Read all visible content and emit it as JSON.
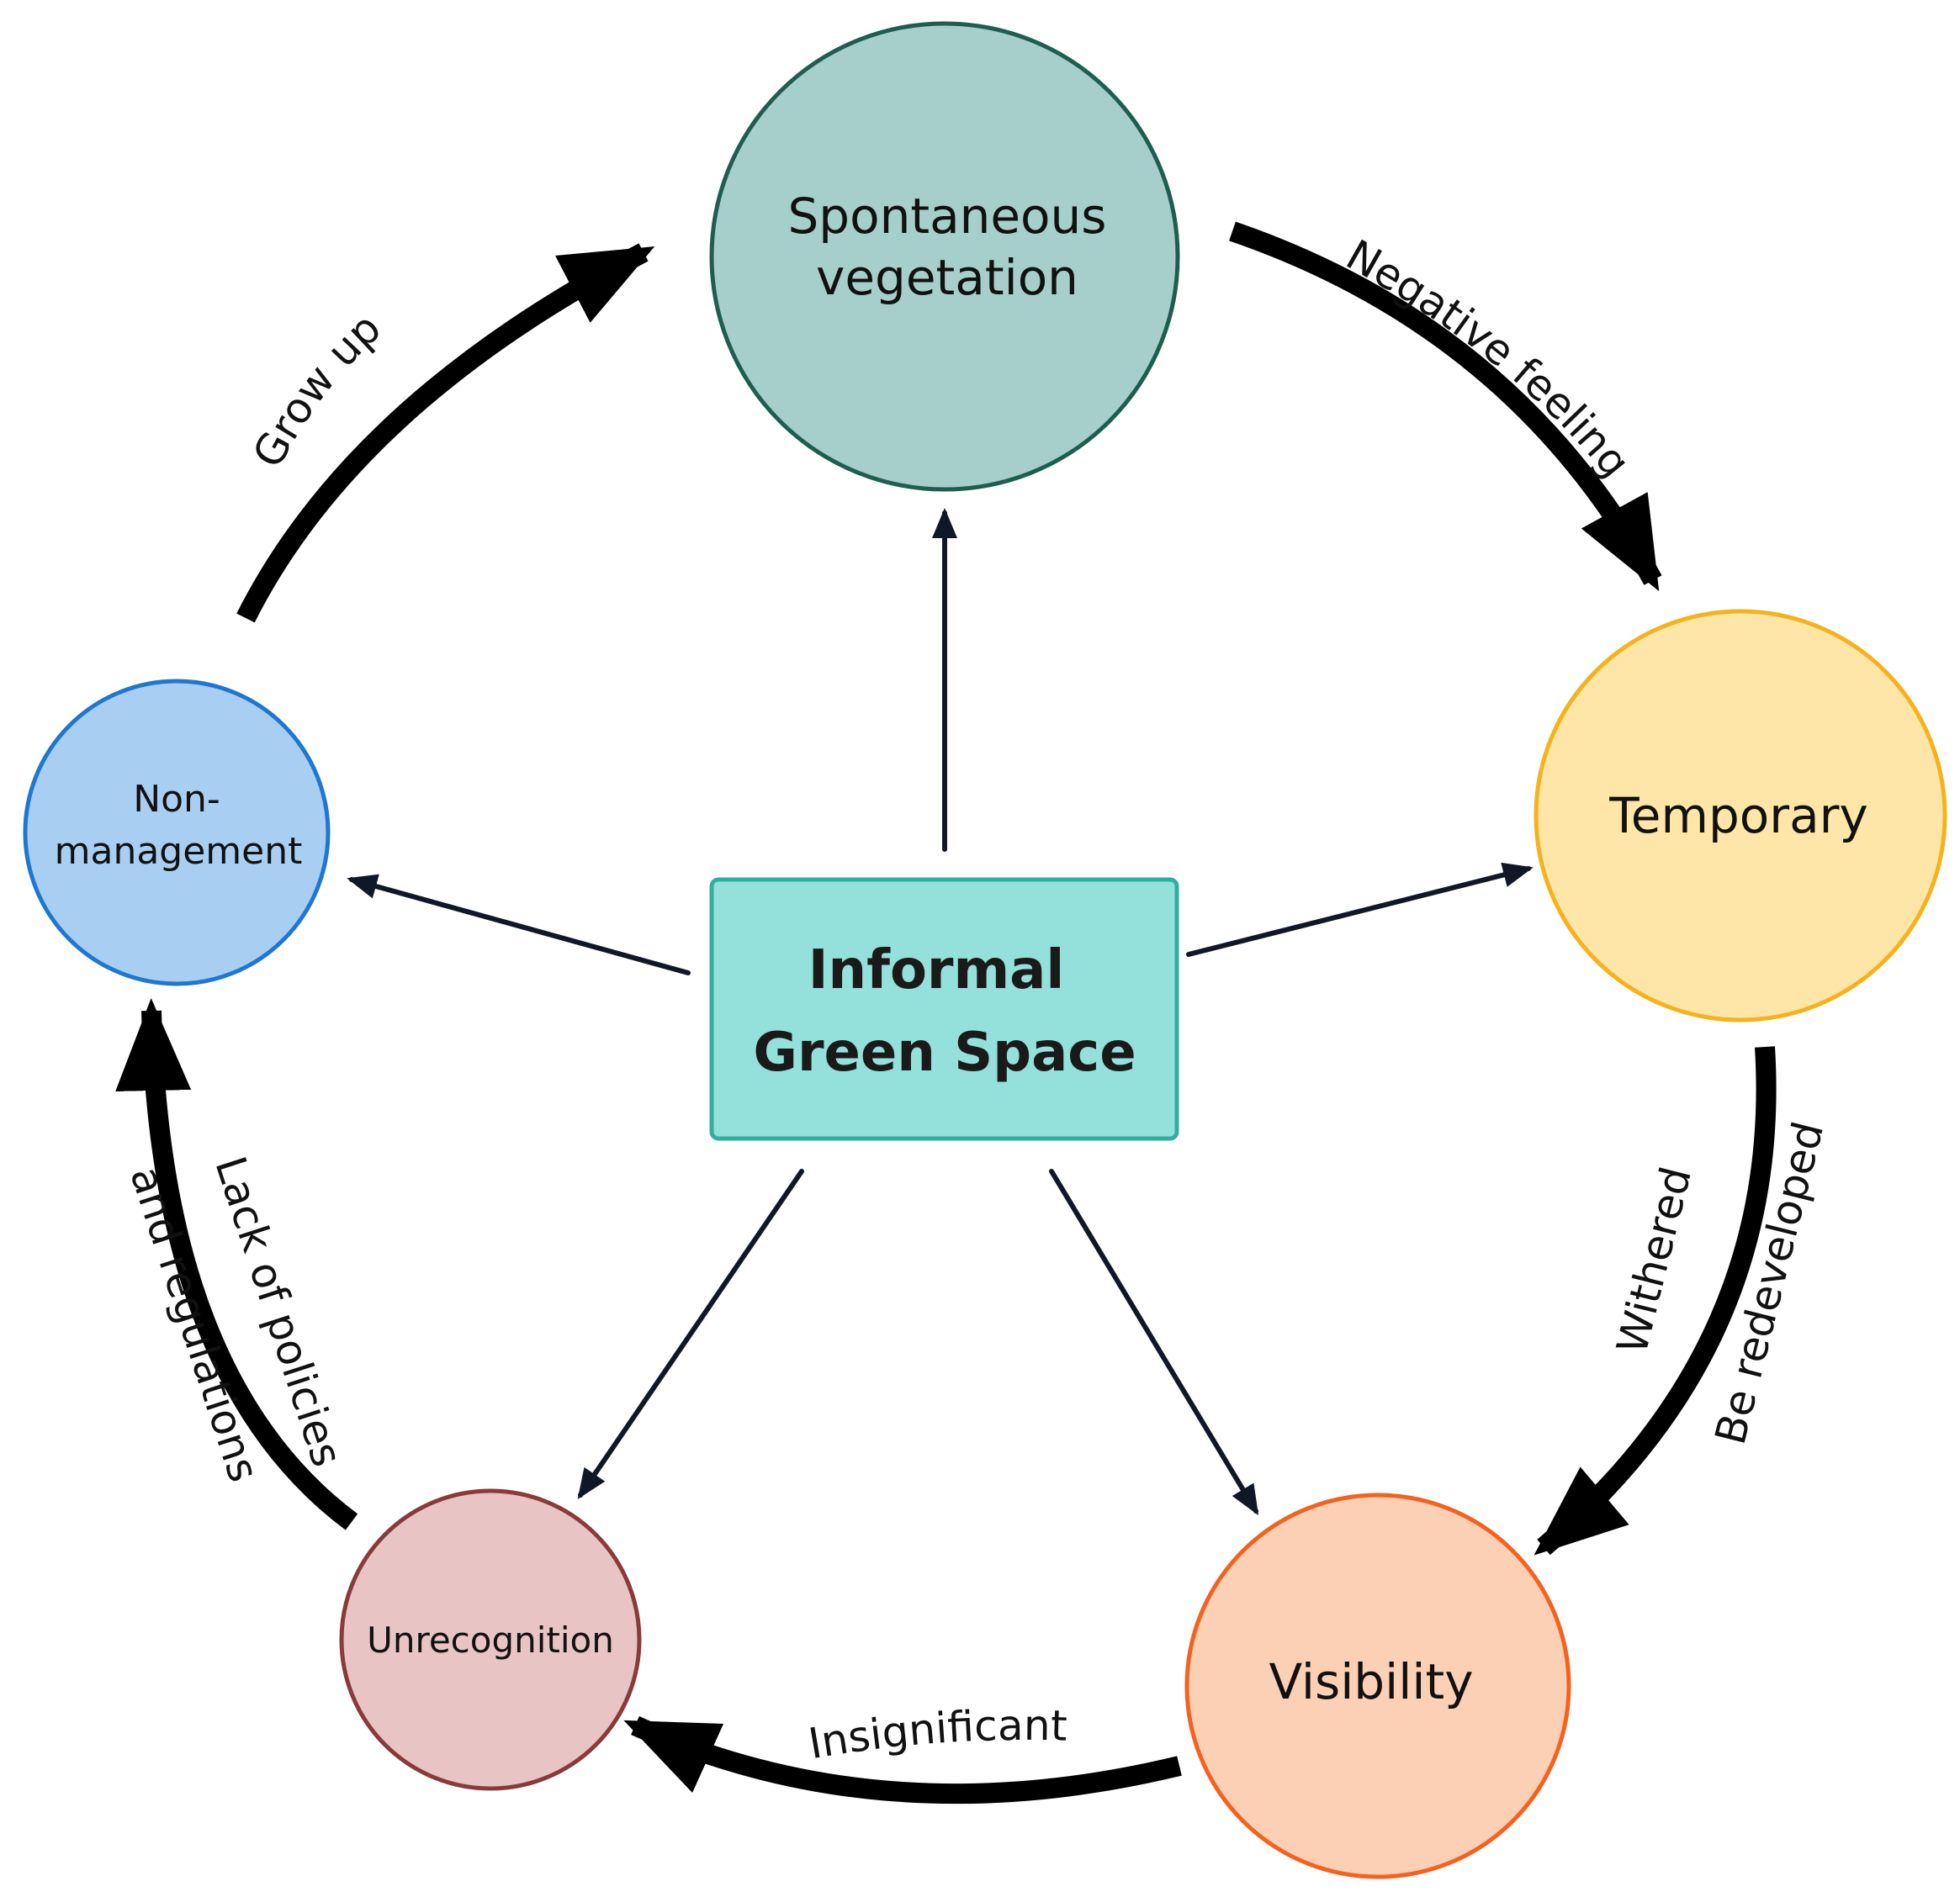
{
  "center": {
    "line1": "Informal",
    "line2": "Green Space",
    "fill": "#94E0DA",
    "stroke": "#2FAFA0"
  },
  "nodes": {
    "spontaneous": {
      "line1": "Spontaneous",
      "line2": "vegetation",
      "fill": "#A6CECA",
      "stroke": "#1E5E50"
    },
    "temporary": {
      "label": "Temporary",
      "fill": "#FDE6A7",
      "stroke": "#F6B21C"
    },
    "visibility": {
      "label": "Visibility",
      "fill": "#FCD0B5",
      "stroke": "#F4621E"
    },
    "unrecognition": {
      "label": "Unrecognition",
      "fill": "#E8C4C4",
      "stroke": "#8A3A3A"
    },
    "nonmanagement": {
      "line1": "Non-",
      "line2": "management",
      "fill": "#A8CFF1",
      "stroke": "#2077D0"
    }
  },
  "edges": {
    "grow_up": "Grow up",
    "negative_feeling": "Negative feeling",
    "withered": "Withered",
    "be_redeveloped": "Be redeveloped",
    "insignificant": "Insignificant",
    "lack_of_policies": "Lack of policies",
    "and_regulations": "and regulations"
  }
}
